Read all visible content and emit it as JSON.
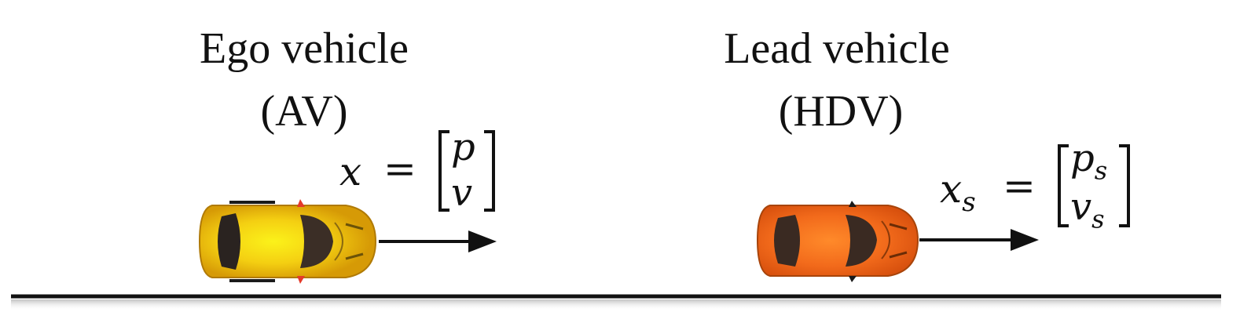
{
  "ego": {
    "name": "Ego vehicle",
    "type": "(AV)",
    "state": {
      "lhs": "x",
      "eq": "=",
      "top": "p",
      "bottom": "v"
    },
    "color": "#f2c40f"
  },
  "lead": {
    "name": "Lead vehicle",
    "type": "(HDV)",
    "state": {
      "lhs": "x",
      "lhs_sub": "s",
      "eq": "=",
      "top": "p",
      "top_sub": "s",
      "bottom": "v",
      "bottom_sub": "s"
    },
    "color": "#f26a1b"
  },
  "road": {
    "color": "#111111"
  }
}
